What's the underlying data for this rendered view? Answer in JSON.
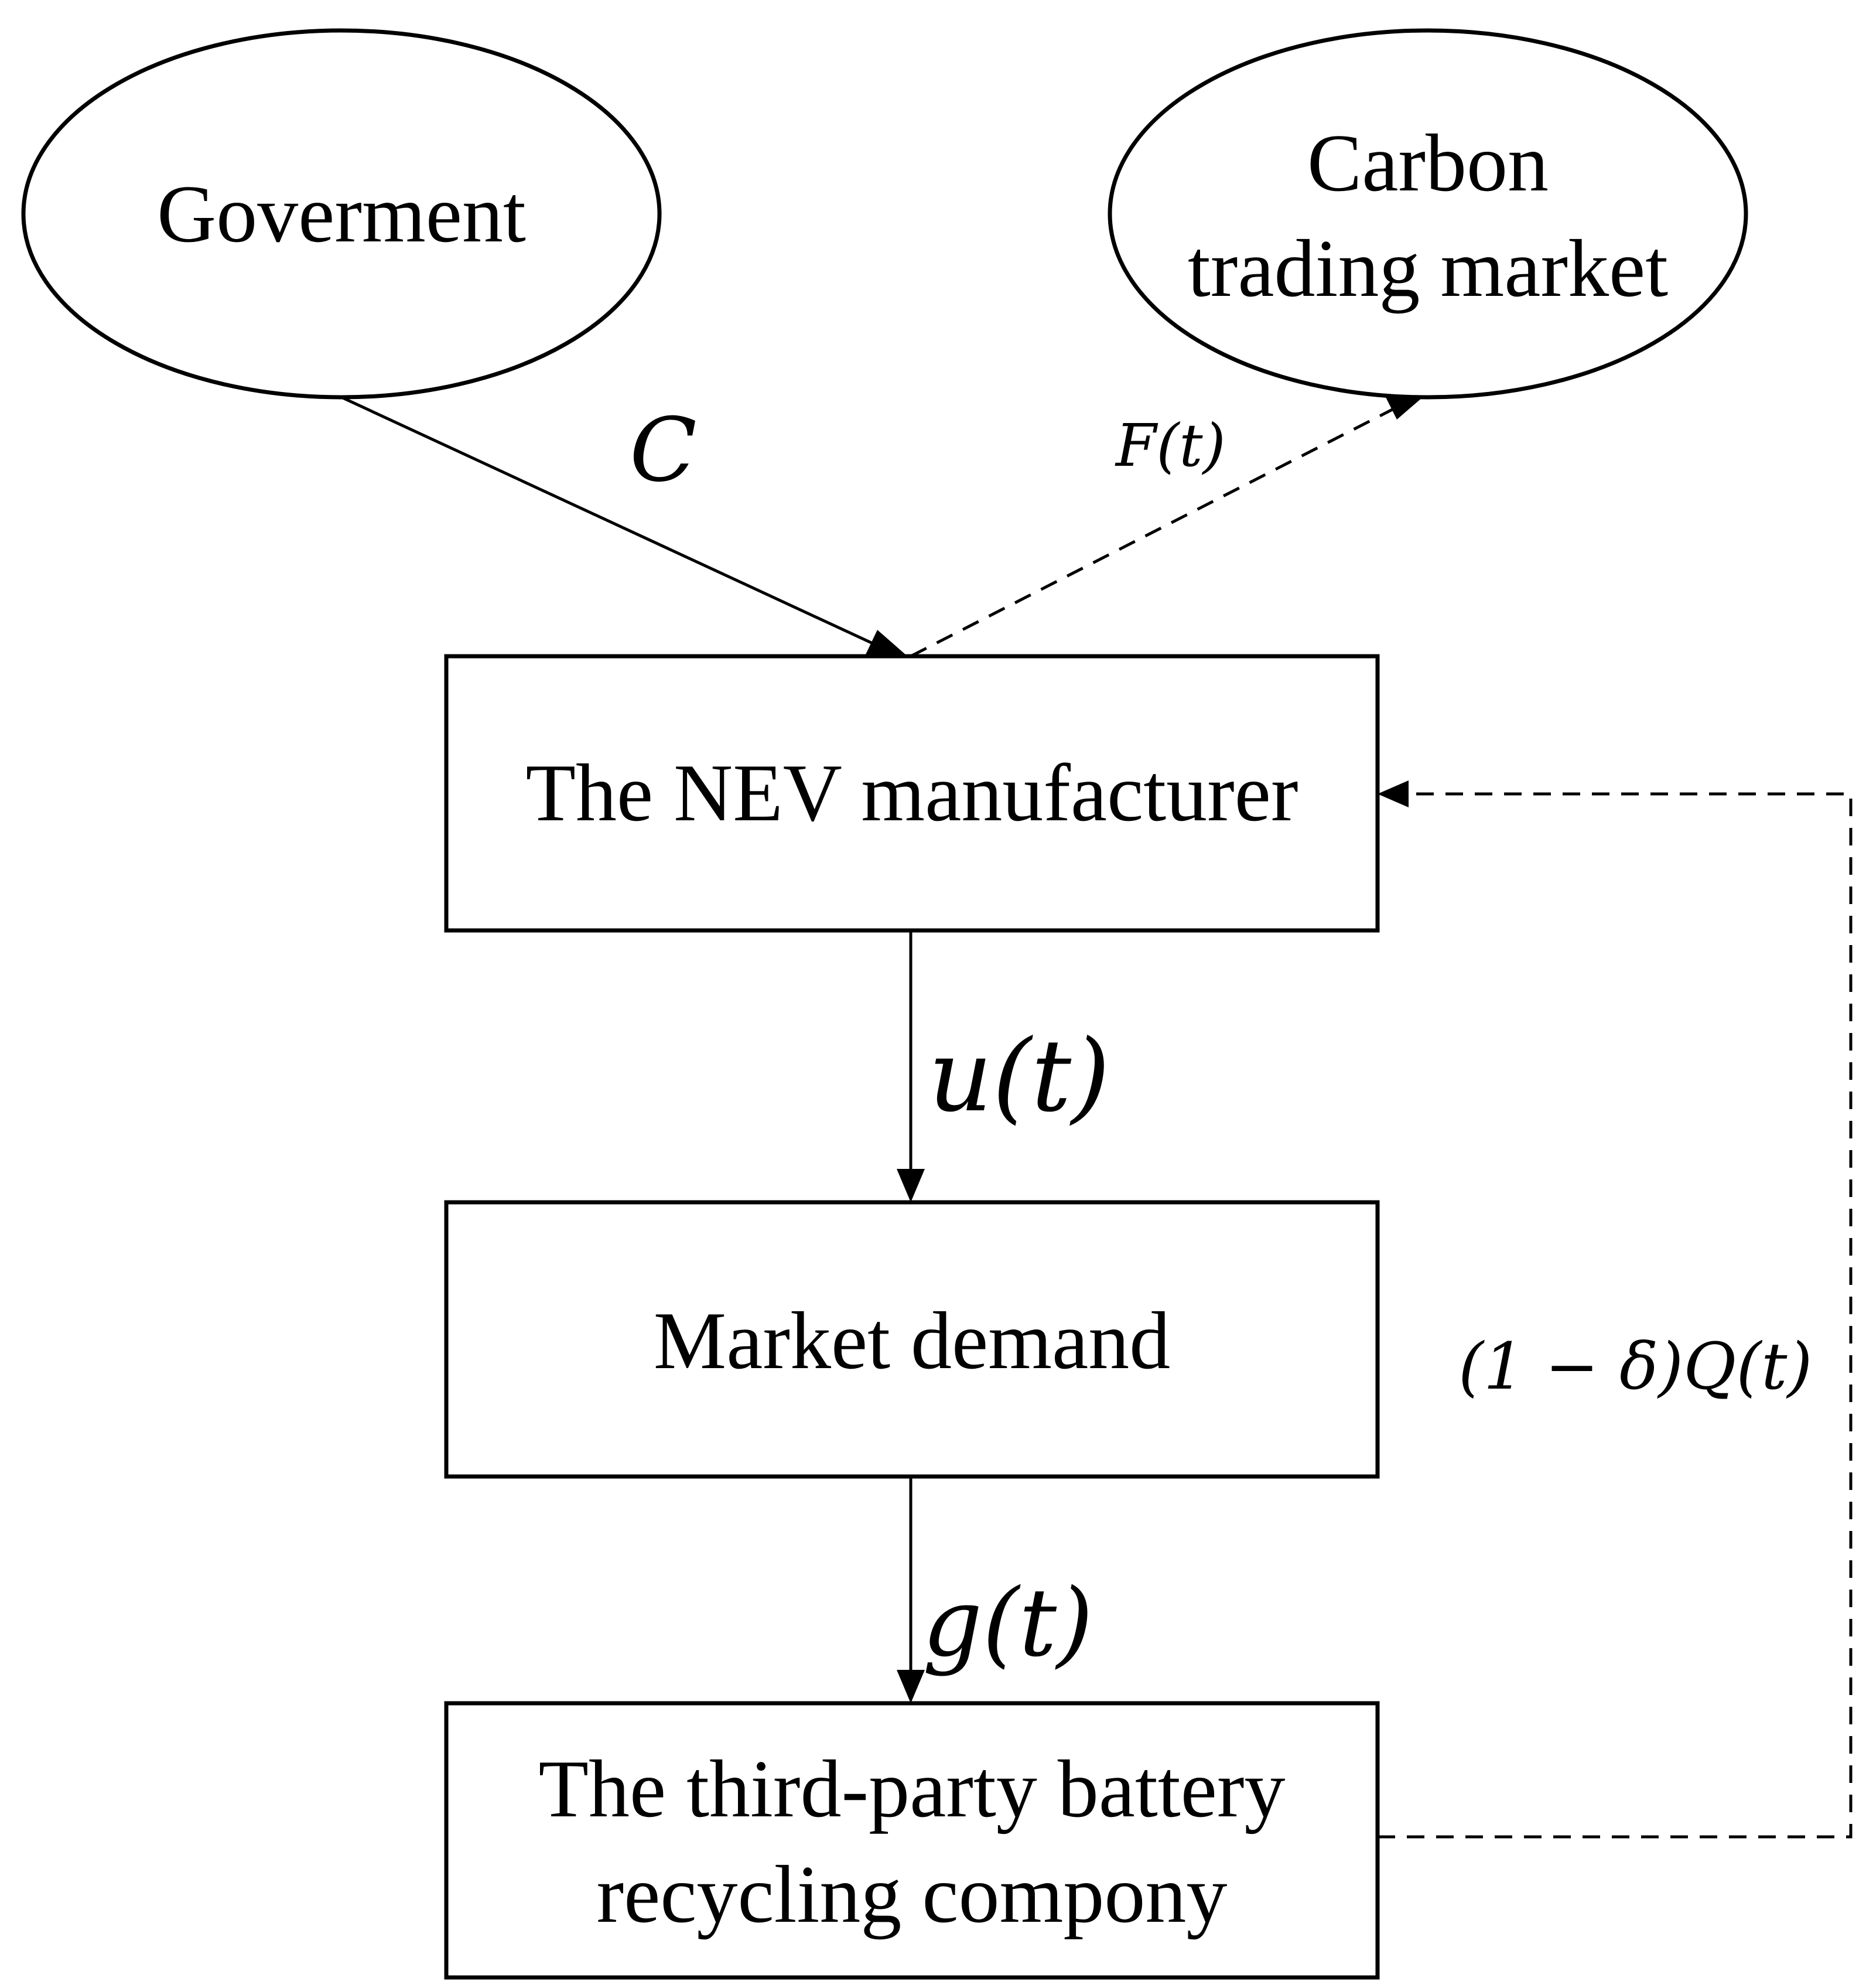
{
  "nodes": {
    "government": {
      "label": "Goverment"
    },
    "carbon_market": {
      "line1": "Carbon",
      "line2": "trading market"
    },
    "manufacturer": {
      "label": "The NEV manufacturer"
    },
    "market_demand": {
      "label": "Market demand"
    },
    "recycler": {
      "line1": "The third-party battery",
      "line2": "recycling compony"
    }
  },
  "edges": {
    "government_to_manufacturer": {
      "label": "C",
      "style": "solid"
    },
    "manufacturer_to_carbon": {
      "label": "F(t)",
      "style": "dashed"
    },
    "manufacturer_to_demand": {
      "label": "u(t)",
      "style": "solid"
    },
    "demand_to_recycler": {
      "label": "g(t)",
      "style": "solid"
    },
    "recycler_to_manufacturer": {
      "label": "(1 − δ)Q(t)",
      "style": "dashed"
    }
  },
  "colors": {
    "stroke": "#000000",
    "background": "#ffffff"
  }
}
